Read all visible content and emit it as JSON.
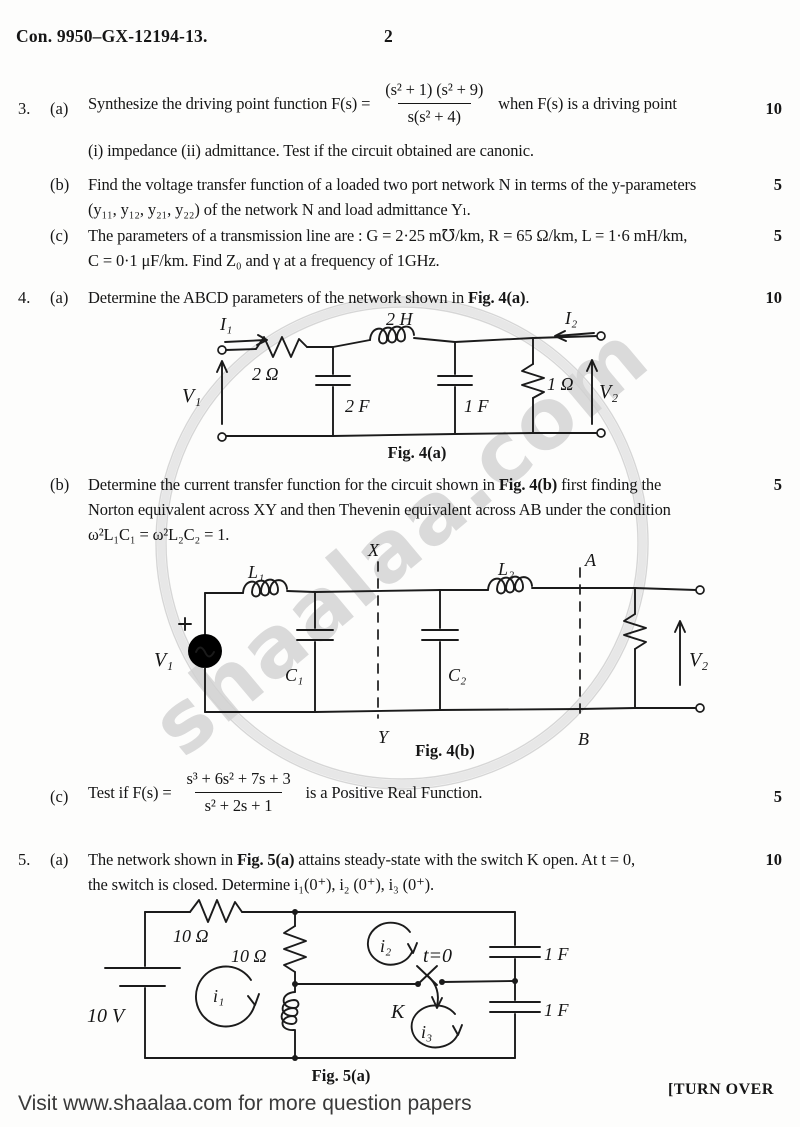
{
  "header": {
    "exam_code": "Con. 9950–GX-12194-13.",
    "page_number": "2"
  },
  "watermark": {
    "text": "shaalaa.com"
  },
  "footer": {
    "visit_text": "Visit www.shaalaa.com for more question papers",
    "turn_over": "[TURN OVER"
  },
  "q3": {
    "number": "3.",
    "a": {
      "label": "(a)",
      "marks": "10",
      "text_before": "Synthesize the driving point function  F(s) =",
      "fraction_num": "(s² + 1) (s² + 9)",
      "fraction_den": "s(s² + 4)",
      "text_after": "when F(s) is a driving point",
      "line2": "(i) impedance (ii) admittance. Test if the circuit obtained are canonic."
    },
    "b": {
      "label": "(b)",
      "marks": "5",
      "line1": "Find the voltage transfer function of a loaded two port network N in terms of the y-parameters",
      "line2": "(y₁₁, y₁₂,  y₂₁, y₂₂) of the network N and load admittance Yₗ."
    },
    "c": {
      "label": "(c)",
      "marks": "5",
      "line1": "The parameters of a transmission line are : G = 2·25 m℧/km, R = 65 Ω/km, L = 1·6 mH/km,",
      "line2": "C = 0·1 μF/km. Find Z₀ and γ at a frequency of 1GHz."
    }
  },
  "q4": {
    "number": "4.",
    "a": {
      "label": "(a)",
      "marks": "10",
      "text_before": "Determine the ABCD parameters of the network shown in ",
      "fig_ref": "Fig. 4(a)",
      "text_after": "."
    },
    "b": {
      "label": "(b)",
      "marks": "5",
      "line1_before": "Determine the current transfer function for the circuit shown in ",
      "line1_ref": "Fig. 4(b)",
      "line1_after": " first finding the",
      "line2": "Norton equivalent across XY and then Thevenin equivalent across AB under the condition",
      "line3": "ω²L₁C₁ = ω²L₂C₂ = 1."
    },
    "c": {
      "label": "(c)",
      "marks": "5",
      "text_before": "Test if F(s) =",
      "fraction_num": "s³ + 6s² + 7s + 3",
      "fraction_den": "s² + 2s + 1",
      "text_after": "is a Positive Real Function."
    }
  },
  "q5": {
    "number": "5.",
    "a": {
      "label": "(a)",
      "marks": "10",
      "line1_before": "The network shown in ",
      "line1_ref": "Fig. 5(a)",
      "line1_after": " attains steady-state with the switch K open.  At t = 0,",
      "line2": "the switch is closed.  Determine i₁(0⁺), i₂ (0⁺), i₃ (0⁺)."
    }
  },
  "fig4a": {
    "caption": "Fig. 4(a)",
    "labels": {
      "i1": "I₁",
      "i2": "I₂",
      "v1": "V₁",
      "v2": "V₂",
      "r_series": "2 Ω",
      "inductor": "2 H",
      "c_left": "2 F",
      "c_right": "1 F",
      "r_shunt": "1 Ω"
    }
  },
  "fig4b": {
    "caption": "Fig. 4(b)",
    "labels": {
      "v1": "V₁",
      "v2": "V₂",
      "l1": "L₁",
      "l2": "L₂",
      "c1": "C₁",
      "c2": "C₂",
      "x": "X",
      "y": "Y",
      "a": "A",
      "b": "B"
    }
  },
  "fig5a": {
    "caption": "Fig. 5(a)",
    "labels": {
      "source": "10 V",
      "r_top": "10 Ω",
      "r_mid": "10 Ω",
      "cap_top": "1 F",
      "cap_bottom": "1 F",
      "i1": "i₁",
      "i2": "i₂",
      "i3": "i₃",
      "k": "K",
      "t0": "t=0"
    }
  }
}
